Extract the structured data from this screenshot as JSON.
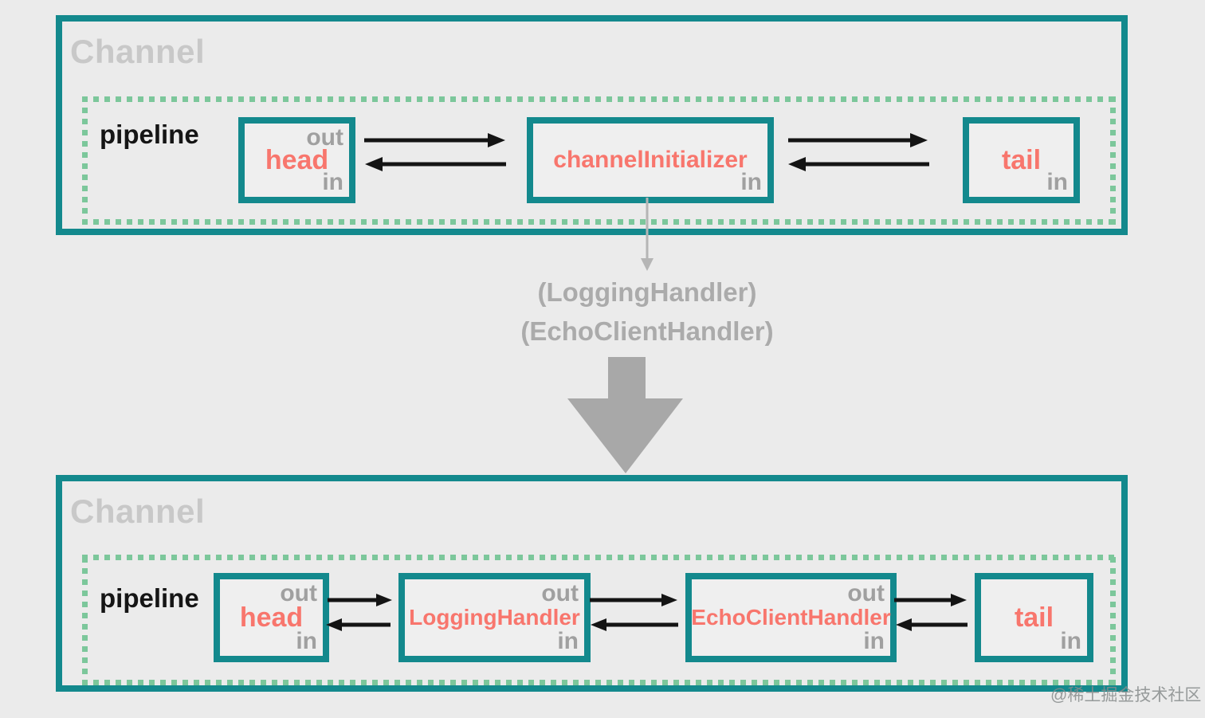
{
  "colors": {
    "background": "#ebebeb",
    "teal": "#13898d",
    "green": "#7cc79b",
    "salmon": "#f8766d",
    "gray_title": "#c8c8c8",
    "gray_inout": "#a0a0a0",
    "gray_mid": "#ababab",
    "gray_block_arrow": "#a8a8a8",
    "arrow_black": "#141414",
    "gray_thin_arrow": "#b5b5b5"
  },
  "top_channel": {
    "title": "Channel",
    "pipeline_label": "pipeline",
    "handlers": [
      {
        "name": "head",
        "out": "out",
        "in": "in"
      },
      {
        "name": "channelInitializer",
        "in": "in"
      },
      {
        "name": "tail",
        "in": "in"
      }
    ]
  },
  "middle": {
    "line1": "(LoggingHandler)",
    "line2": "(EchoClientHandler)"
  },
  "bottom_channel": {
    "title": "Channel",
    "pipeline_label": "pipeline",
    "handlers": [
      {
        "name": "head",
        "out": "out",
        "in": "in"
      },
      {
        "name": "LoggingHandler",
        "out": "out",
        "in": "in"
      },
      {
        "name": "EchoClientHandler",
        "out": "out",
        "in": "in"
      },
      {
        "name": "tail",
        "in": "in"
      }
    ]
  },
  "watermark": "@稀土掘金技术社区"
}
